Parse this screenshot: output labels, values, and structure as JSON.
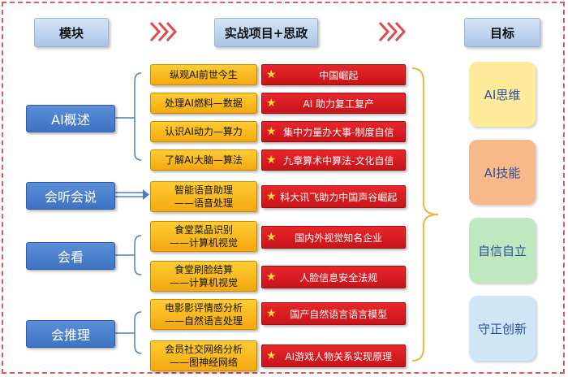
{
  "headers": {
    "module": "模块",
    "project": "实战项目+思政",
    "goal": "目标"
  },
  "modules": [
    {
      "label": "AI概述"
    },
    {
      "label": "会听会说"
    },
    {
      "label": "会看"
    },
    {
      "label": "会推理"
    }
  ],
  "projects": [
    {
      "line1": "纵观AI前世今生",
      "line2": ""
    },
    {
      "line1": "处理AI燃料—数据",
      "line2": ""
    },
    {
      "line1": "认识AI动力—算力",
      "line2": ""
    },
    {
      "line1": "了解AI大脑—算法",
      "line2": ""
    },
    {
      "line1": "智能语音助理",
      "line2": "——语音处理"
    },
    {
      "line1": "食堂菜品识别",
      "line2": "——计算机视觉"
    },
    {
      "line1": "食堂刷脸结算",
      "line2": "——计算机视觉"
    },
    {
      "line1": "电影影评情感分析",
      "line2": "——自然语言处理"
    },
    {
      "line1": "会员社交网络分析",
      "line2": "——图神经网络"
    }
  ],
  "politics": [
    {
      "text": "中国崛起"
    },
    {
      "text": "AI 助力复工复产"
    },
    {
      "text": "集中力量办大事-制度自信"
    },
    {
      "text": "九章算术中算法-文化自信"
    },
    {
      "text": "科大讯飞助力中国声谷崛起"
    },
    {
      "text": "国内外视觉知名企业"
    },
    {
      "text": "人脸信息安全法规"
    },
    {
      "text": "国产自然语言语言模型"
    },
    {
      "text": "AI游戏人物关系实现原理"
    }
  ],
  "goals": [
    {
      "label": "AI思维",
      "color": "#fdeb9a"
    },
    {
      "label": "AI技能",
      "color": "#f7b98a"
    },
    {
      "label": "自信自立",
      "color": "#bfe8bf"
    },
    {
      "label": "守正创新",
      "color": "#cfe6f6"
    }
  ],
  "icons": {
    "star": "★",
    "chevron": "chevron-right-double-icon"
  },
  "colors": {
    "frame": "#e05a5a",
    "module": "#3e73c4",
    "project": "#f2a90f",
    "politics": "#c8141a",
    "bracket": "#f0b43a"
  }
}
